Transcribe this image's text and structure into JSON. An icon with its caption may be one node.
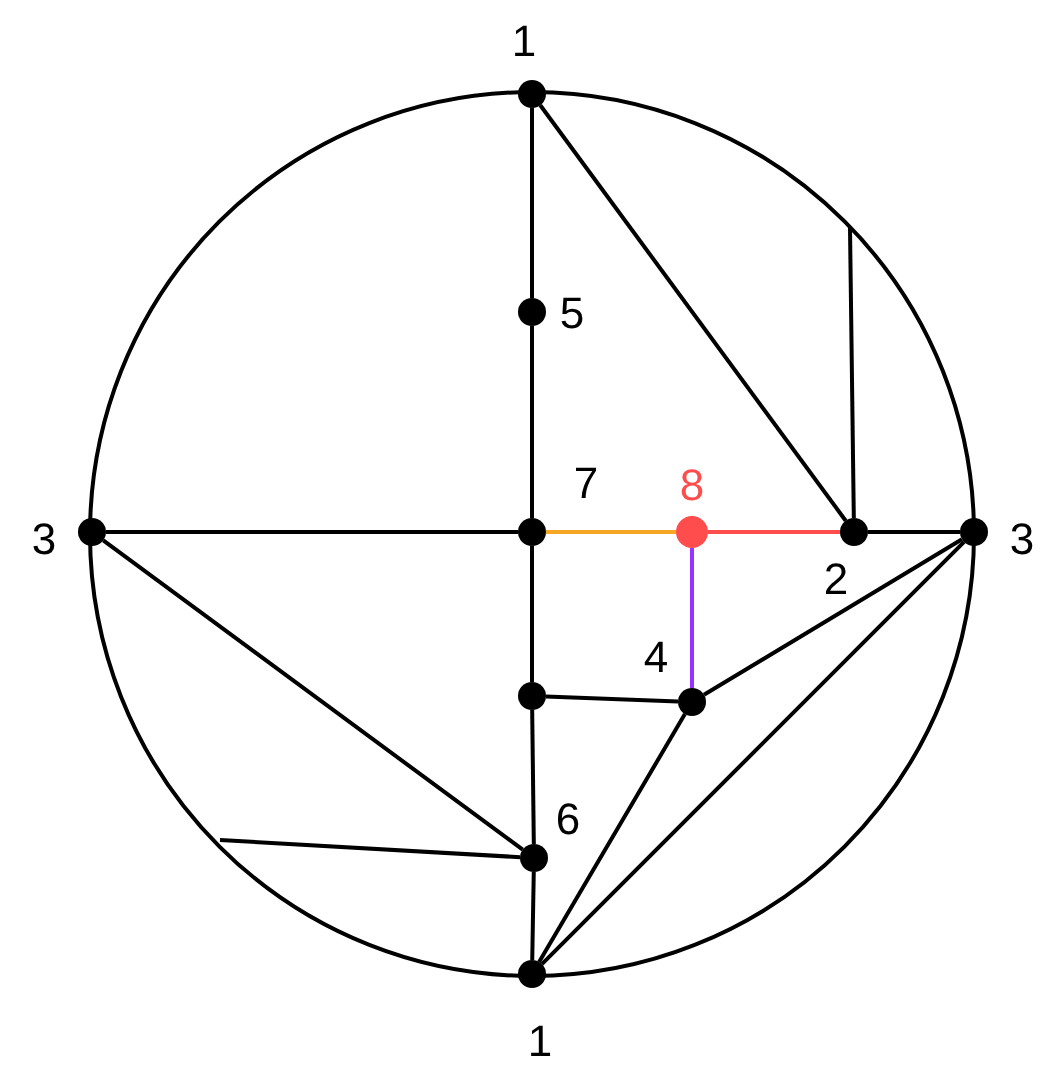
{
  "diagram": {
    "nodes": [
      {
        "text": [],
        "shape": "circle",
        "beside": [
          "1"
        ]
      },
      {
        "text": [],
        "shape": "circle",
        "beside": [
          "5"
        ]
      },
      {
        "text": [],
        "shape": "circle",
        "beside": [
          "3"
        ]
      },
      {
        "text": [],
        "shape": "circle",
        "beside": [
          "7"
        ]
      },
      {
        "text": [],
        "shape": "circle",
        "beside": [
          "8"
        ]
      },
      {
        "text": [],
        "shape": "circle",
        "beside": [
          "2"
        ]
      },
      {
        "text": [],
        "shape": "circle",
        "beside": [
          "3"
        ]
      },
      {
        "text": [],
        "shape": "circle"
      },
      {
        "text": [],
        "shape": "circle",
        "beside": [
          "4"
        ]
      },
      {
        "text": [],
        "shape": "circle",
        "beside": [
          "6"
        ]
      },
      {
        "text": [],
        "shape": "circle",
        "beside": [
          "1"
        ]
      }
    ],
    "edges": [
      {
        "from": 0,
        "to": 1,
        "arrow": "none"
      },
      {
        "from": 1,
        "to": 3,
        "arrow": "none"
      },
      {
        "from": 3,
        "to": 7,
        "arrow": "none"
      },
      {
        "from": 7,
        "to": 9,
        "arrow": "none"
      },
      {
        "from": 9,
        "to": 10,
        "arrow": "none"
      },
      {
        "from": 0,
        "to": 5,
        "arrow": "none"
      },
      {
        "from": 5,
        "to": null,
        "arrow": "none"
      },
      {
        "from": 2,
        "to": 3,
        "arrow": "none"
      },
      {
        "from": 3,
        "to": 4,
        "arrow": "none",
        "color": "#f5a623"
      },
      {
        "from": 4,
        "to": 5,
        "arrow": "none",
        "color": "#ff4d4d"
      },
      {
        "from": 5,
        "to": 6,
        "arrow": "none"
      },
      {
        "from": 4,
        "to": 8,
        "arrow": "none",
        "color": "#9933ff"
      },
      {
        "from": 7,
        "to": 8,
        "arrow": "none"
      },
      {
        "from": 6,
        "to": 8,
        "arrow": "none"
      },
      {
        "from": 6,
        "to": 10,
        "arrow": "none"
      },
      {
        "from": 8,
        "to": 10,
        "arrow": "none"
      },
      {
        "from": 2,
        "to": 9,
        "arrow": "none"
      },
      {
        "from": 9,
        "to": null,
        "arrow": "none"
      }
    ]
  }
}
